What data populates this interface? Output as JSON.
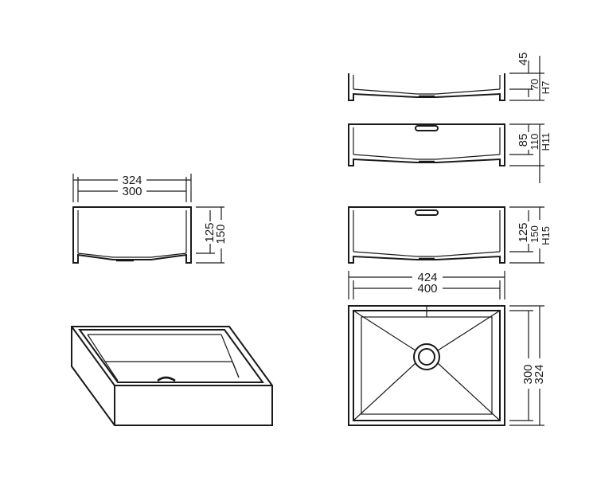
{
  "small_sink": {
    "width_outer": "324",
    "width_inner": "300",
    "height_inner": "125",
    "height_outer": "150"
  },
  "profile_h7": {
    "dim_top": "45",
    "dim_side": "70",
    "tag": "H7"
  },
  "profile_h11": {
    "dim_top": "85",
    "dim_side": "110",
    "tag": "H11"
  },
  "profile_h15": {
    "dim_top": "125",
    "dim_side": "150",
    "tag": "H15"
  },
  "plan_view": {
    "width_outer": "424",
    "width_inner": "400",
    "depth_inner": "300",
    "depth_outer": "324"
  },
  "colors": {
    "line": "#1a1a1a",
    "background": "#ffffff"
  }
}
